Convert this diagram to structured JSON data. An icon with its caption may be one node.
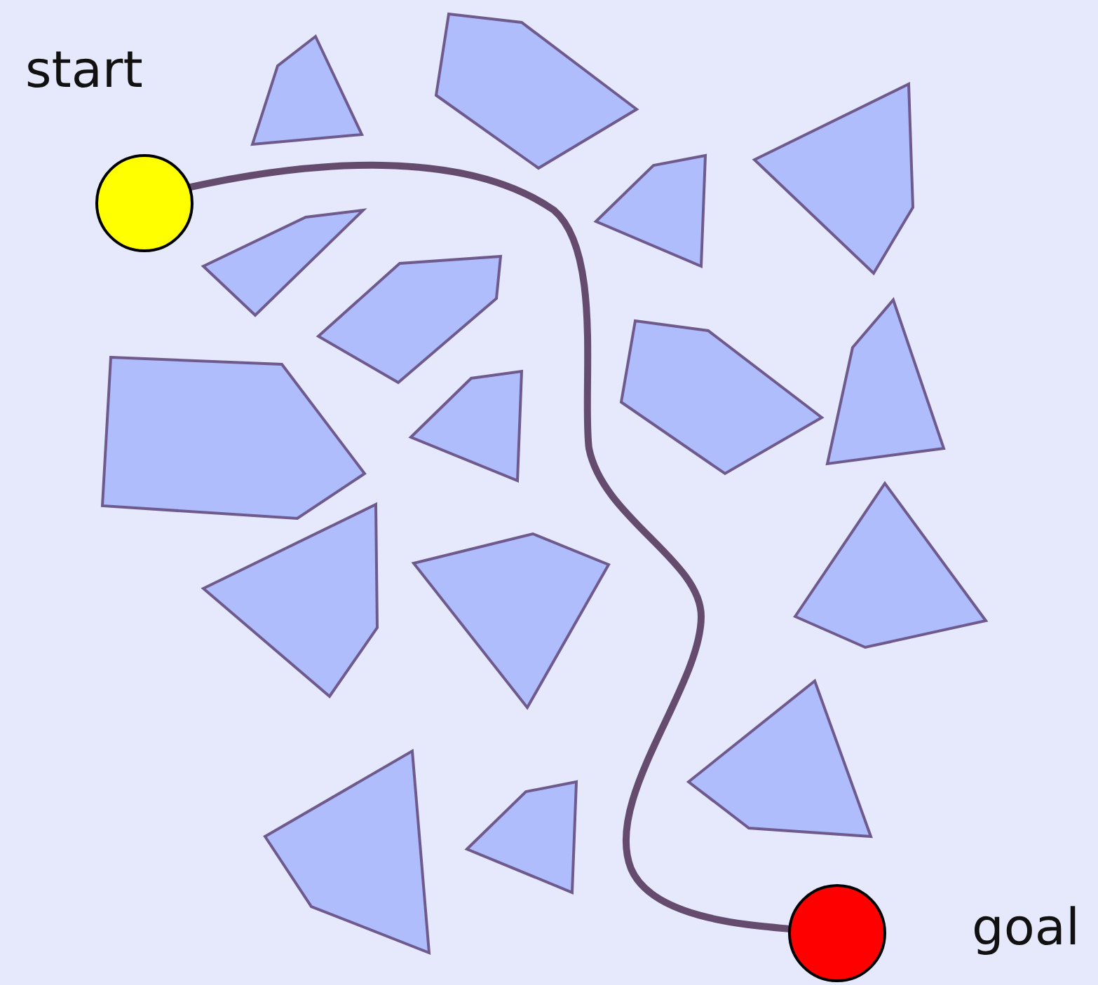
{
  "diagram": {
    "nodes": [
      {
        "text": [],
        "shape": "circle",
        "beside": [
          "start"
        ]
      },
      {
        "text": [],
        "shape": "circle",
        "beside": [
          "goal"
        ]
      }
    ],
    "edges": [
      {
        "from": 0,
        "to": 1,
        "arrow": "none"
      }
    ]
  }
}
